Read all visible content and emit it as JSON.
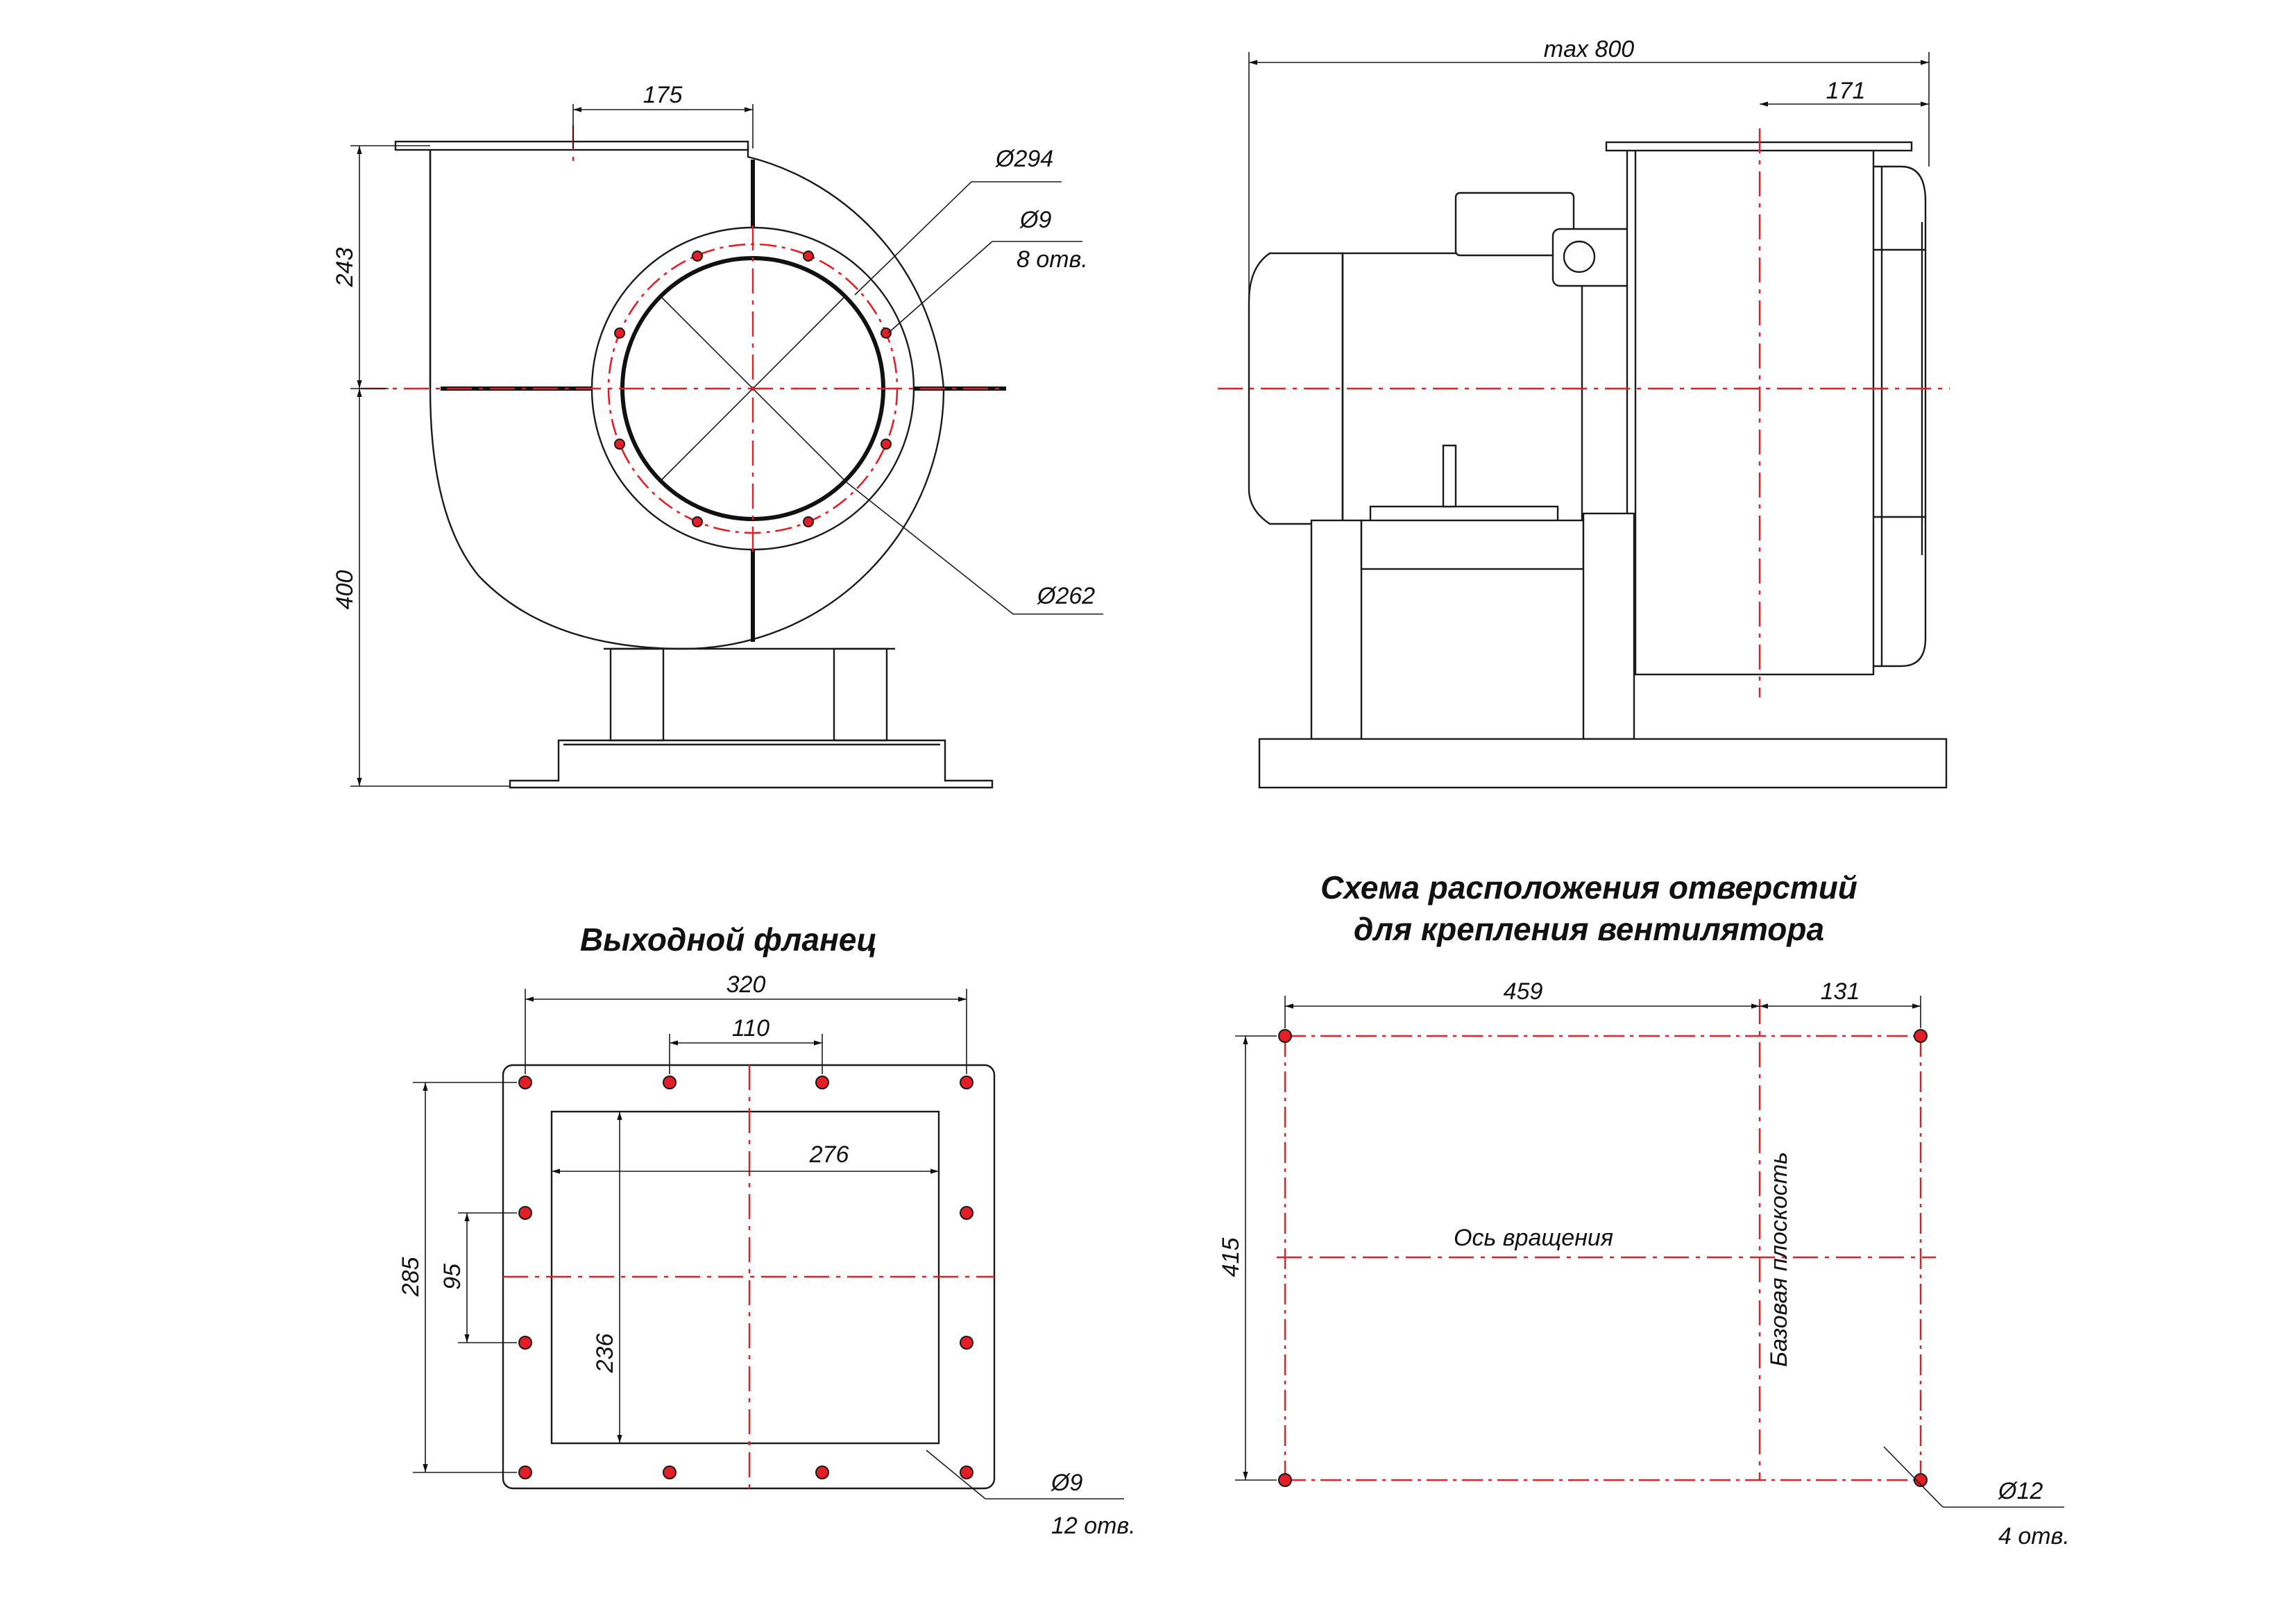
{
  "titles": {
    "outlet_flange": "Выходной фланец",
    "mount_scheme_line1": "Схема расположения отверстий",
    "mount_scheme_line2": "для крепления вентилятора"
  },
  "front_view": {
    "dim_175": "175",
    "dim_243": "243",
    "dim_400": "400",
    "dia_294": "Ø294",
    "dia_9": "Ø9",
    "holes_8": "8 отв.",
    "dia_262": "Ø262"
  },
  "side_view": {
    "dim_max800": "max 800",
    "dim_171": "171"
  },
  "flange": {
    "dim_320": "320",
    "dim_110": "110",
    "dim_276": "276",
    "dim_285": "285",
    "dim_95": "95",
    "dim_236": "236",
    "dia_9": "Ø9",
    "holes_12": "12 отв."
  },
  "mounting": {
    "dim_459": "459",
    "dim_131": "131",
    "dim_415": "415",
    "axis_label": "Ось вращения",
    "base_plane": "Базовая плоскость",
    "dia_12": "Ø12",
    "holes_4": "4 отв."
  },
  "colors": {
    "axis_line": "#e41e26",
    "outline": "#1a1a1a"
  }
}
